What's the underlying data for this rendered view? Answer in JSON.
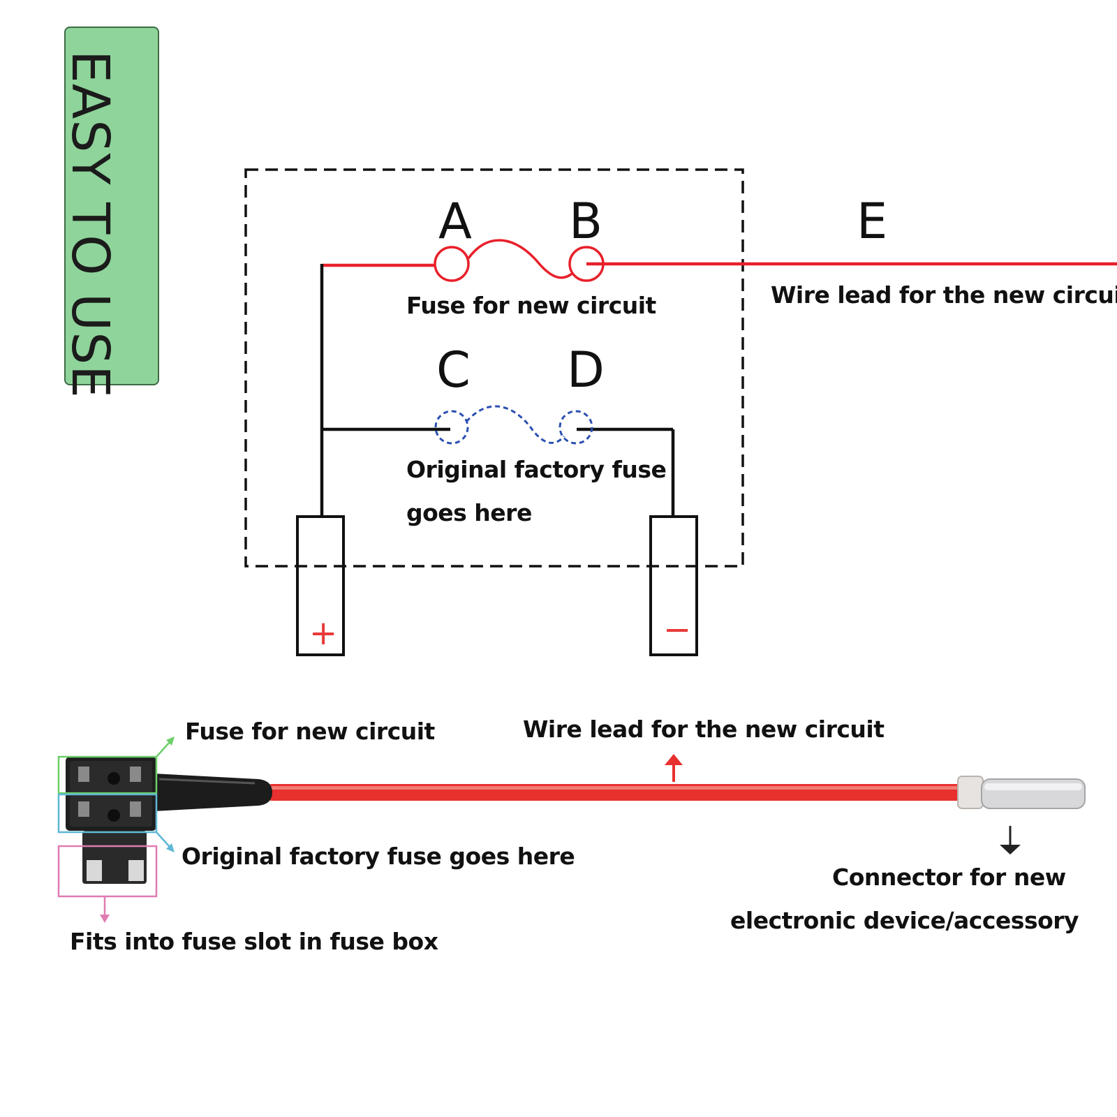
{
  "badge": {
    "text": "EASY TO USE",
    "color": "#8fd49b"
  },
  "schematic": {
    "terminals": {
      "a": "A",
      "b": "B",
      "c": "C",
      "d": "D",
      "e": "E"
    },
    "fuse_new_label": "Fuse for new circuit",
    "wire_lead_label": "Wire lead for the new circuit",
    "original_fuse_line1": "Original factory fuse",
    "original_fuse_line2": "goes here",
    "positive_symbol": "+",
    "negative_symbol": "−",
    "colors": {
      "new_circuit": "#e8202a",
      "original_fuse": "#2a4fb0",
      "wiring": "#111111"
    }
  },
  "product": {
    "fuse_new_label": "Fuse for new circuit",
    "wire_lead_label": "Wire lead for the new circuit",
    "original_fuse_label": "Original factory fuse goes here",
    "fits_slot_label": "Fits into fuse slot in fuse box",
    "connector_line1": "Connector for new",
    "connector_line2": "electronic device/accessory",
    "colors": {
      "fuse_new_box": "#6ccf6a",
      "original_fuse_box": "#5fb7d6",
      "slot_box": "#e07bb2",
      "wire": "#e8302f"
    }
  }
}
